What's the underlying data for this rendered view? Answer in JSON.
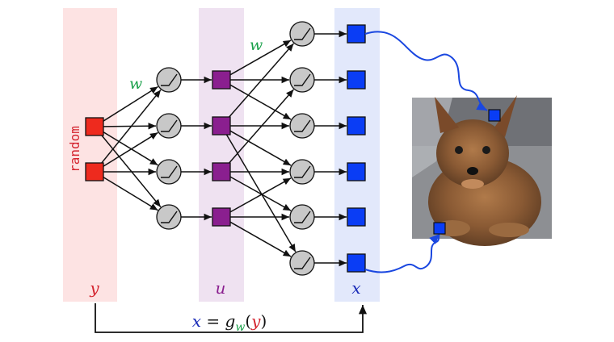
{
  "labels": {
    "random": "random",
    "y": "y",
    "u": "u",
    "x": "x",
    "w_left": "w",
    "w_right": "w",
    "formula_x": "x",
    "formula_eq": " = ",
    "formula_g": "g",
    "formula_w": "w",
    "formula_open": "(",
    "formula_y": "y",
    "formula_close": ")"
  },
  "colors": {
    "random_band": "#fde3e3",
    "hidden_band": "#efe2f1",
    "output_band": "#e2e8fb",
    "input_node": "#ee2a1e",
    "hidden_node": "#8a1f8f",
    "output_node": "#0a3df5",
    "neuron": "#c8c8c8",
    "weight_label": "#1aa04a",
    "y_label": "#d4242f",
    "u_label": "#8a1f8f",
    "x_label": "#1a2bb8",
    "curve": "#1a47e0"
  },
  "image": {
    "subject": "dog-photo"
  }
}
